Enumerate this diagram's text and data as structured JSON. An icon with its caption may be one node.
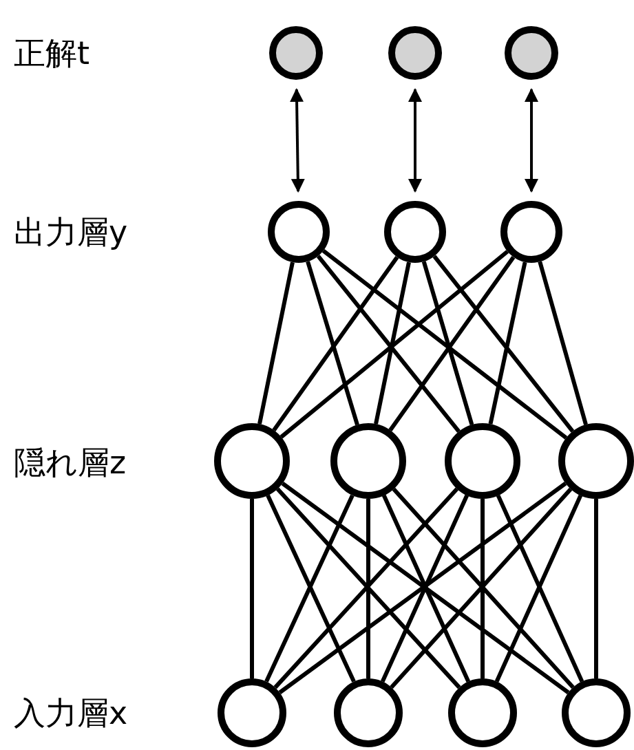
{
  "diagram": {
    "nodes": [
      {
        "text": [],
        "shape": "circle"
      },
      {
        "text": [],
        "shape": "circle"
      },
      {
        "text": [],
        "shape": "circle"
      },
      {
        "text": [],
        "shape": "circle"
      },
      {
        "text": [],
        "shape": "circle"
      },
      {
        "text": [],
        "shape": "circle"
      },
      {
        "text": [],
        "shape": "circle"
      },
      {
        "text": [],
        "shape": "circle"
      },
      {
        "text": [],
        "shape": "circle"
      },
      {
        "text": [],
        "shape": "circle"
      },
      {
        "text": [],
        "shape": "circle"
      },
      {
        "text": [],
        "shape": "circle"
      },
      {
        "text": [],
        "shape": "circle"
      },
      {
        "text": [],
        "shape": "circle"
      }
    ],
    "edges": [
      {
        "from": 0,
        "to": 3,
        "arrow": "both"
      },
      {
        "from": 1,
        "to": 4,
        "arrow": "both"
      },
      {
        "from": 2,
        "to": 5,
        "arrow": "both"
      },
      {
        "from": 3,
        "to": 6,
        "arrow": "none"
      },
      {
        "from": 3,
        "to": 7,
        "arrow": "none"
      },
      {
        "from": 3,
        "to": 8,
        "arrow": "none"
      },
      {
        "from": 3,
        "to": 9,
        "arrow": "none"
      },
      {
        "from": 4,
        "to": 6,
        "arrow": "none"
      },
      {
        "from": 4,
        "to": 7,
        "arrow": "none"
      },
      {
        "from": 4,
        "to": 8,
        "arrow": "none"
      },
      {
        "from": 4,
        "to": 9,
        "arrow": "none"
      },
      {
        "from": 5,
        "to": 6,
        "arrow": "none"
      },
      {
        "from": 5,
        "to": 7,
        "arrow": "none"
      },
      {
        "from": 5,
        "to": 8,
        "arrow": "none"
      },
      {
        "from": 5,
        "to": 9,
        "arrow": "none"
      },
      {
        "from": 6,
        "to": 10,
        "arrow": "none"
      },
      {
        "from": 6,
        "to": 11,
        "arrow": "none"
      },
      {
        "from": 6,
        "to": 12,
        "arrow": "none"
      },
      {
        "from": 6,
        "to": 13,
        "arrow": "none"
      },
      {
        "from": 7,
        "to": 10,
        "arrow": "none"
      },
      {
        "from": 7,
        "to": 11,
        "arrow": "none"
      },
      {
        "from": 7,
        "to": 12,
        "arrow": "none"
      },
      {
        "from": 7,
        "to": 13,
        "arrow": "none"
      },
      {
        "from": 8,
        "to": 10,
        "arrow": "none"
      },
      {
        "from": 8,
        "to": 11,
        "arrow": "none"
      },
      {
        "from": 8,
        "to": 12,
        "arrow": "none"
      },
      {
        "from": 8,
        "to": 13,
        "arrow": "none"
      },
      {
        "from": 9,
        "to": 10,
        "arrow": "none"
      },
      {
        "from": 9,
        "to": 11,
        "arrow": "none"
      },
      {
        "from": 9,
        "to": 12,
        "arrow": "none"
      },
      {
        "from": 9,
        "to": 13,
        "arrow": "none"
      }
    ],
    "labels": [
      "正解t",
      "出力層y",
      "隠れ層z",
      "入力層x"
    ]
  }
}
